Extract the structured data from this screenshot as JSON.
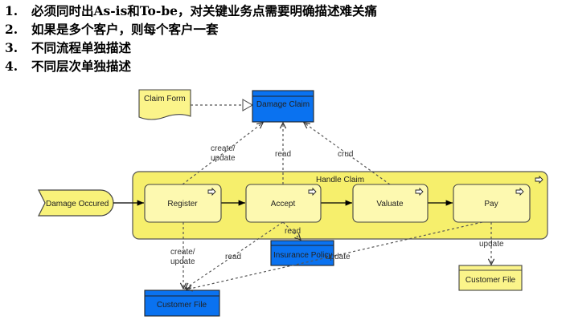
{
  "notes": [
    {
      "num": "1.",
      "text": "必须同时出As-is和To-be，对关键业务点需要明确描述难关痛"
    },
    {
      "num": "2.",
      "text": "如果是多个客户，则每个客户一套"
    },
    {
      "num": "3.",
      "text": "不同流程单独描述"
    },
    {
      "num": "4.",
      "text": "不同层次单独描述"
    }
  ],
  "colors": {
    "data_object_blue": "#0a72f0",
    "process_yellow": "#f8f27a",
    "subprocess_yellow": "#fdf9b0",
    "document_yellow": "#fbf48a"
  },
  "diagram": {
    "claim_form": "Claim Form",
    "damage_claim": "Damage Claim",
    "event": "Damage Occured",
    "handle_claim": "Handle Claim",
    "steps": [
      "Register",
      "Accept",
      "Valuate",
      "Pay"
    ],
    "insurance_policy": "Insurance Policy",
    "customer_file_blue": "Customer File",
    "customer_file_yellow": "Customer File",
    "relations": {
      "register_damage_claim_1": "create/",
      "register_damage_claim_2": "update",
      "accept_damage_claim": "read",
      "valuate_damage_claim": "crud",
      "accept_insurance_policy": "read",
      "register_customer_file_1": "create/",
      "register_customer_file_2": "update",
      "accept_customer_file": "read",
      "pay_customer_file_blue": "update",
      "pay_customer_file_yellow": "update"
    }
  }
}
